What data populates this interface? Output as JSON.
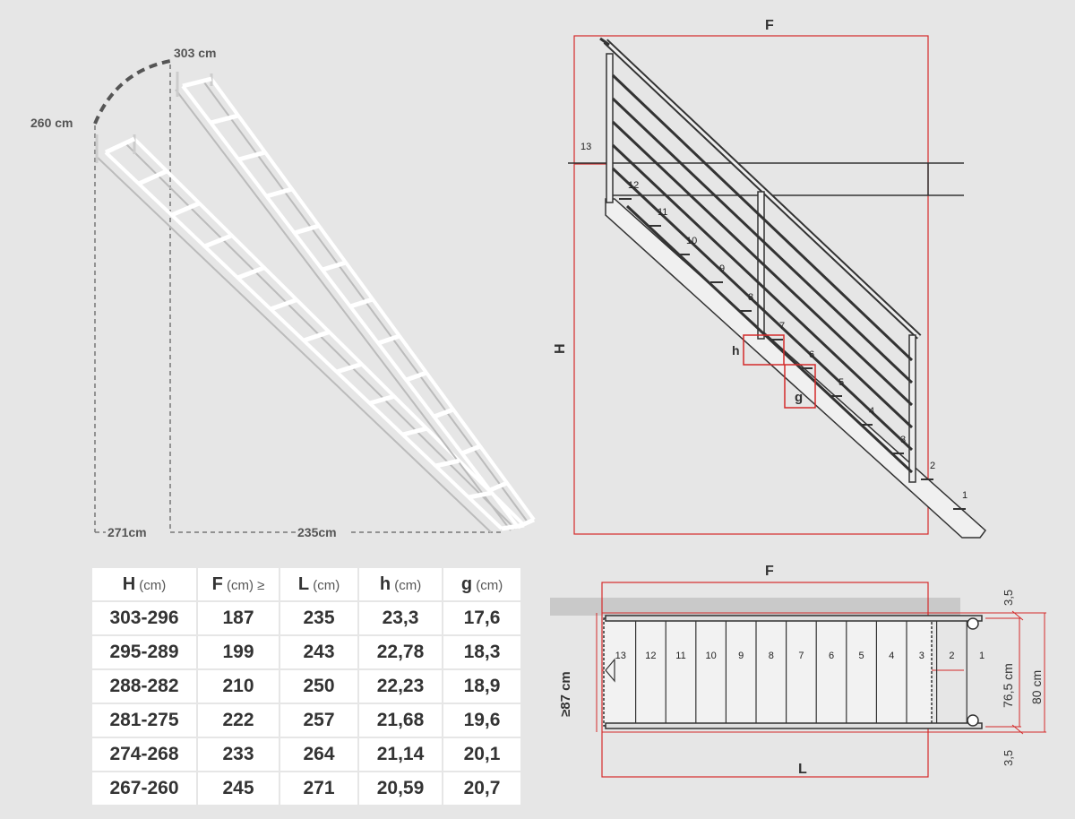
{
  "left_view": {
    "height_max_label": "303 cm",
    "height_min_label": "260 cm",
    "depth_long_label": "271cm",
    "depth_short_label": "235cm"
  },
  "side_view": {
    "F_label": "F",
    "H_label": "H",
    "h_label": "h",
    "g_label": "g",
    "step_labels": [
      "1",
      "2",
      "3",
      "4",
      "5",
      "6",
      "7",
      "8",
      "9",
      "10",
      "11",
      "12",
      "13"
    ]
  },
  "top_view": {
    "F_label": "F",
    "L_label": "L",
    "width_min_label": "≥87 cm",
    "width_inner_label": "76,5 cm",
    "width_outer_label": "80 cm",
    "rail_top_label": "3,5",
    "rail_bottom_label": "3,5",
    "step_labels": [
      "13",
      "12",
      "11",
      "10",
      "9",
      "8",
      "7",
      "6",
      "5",
      "4",
      "3",
      "2",
      "1"
    ]
  },
  "table": {
    "headers": [
      {
        "sym": "H",
        "unit": "(cm)"
      },
      {
        "sym": "F",
        "unit": "(cm) ≥"
      },
      {
        "sym": "L",
        "unit": "(cm)"
      },
      {
        "sym": "h",
        "unit": "(cm)"
      },
      {
        "sym": "g",
        "unit": "(cm)"
      }
    ],
    "rows": [
      [
        "303-296",
        "187",
        "235",
        "23,3",
        "17,6"
      ],
      [
        "295-289",
        "199",
        "243",
        "22,78",
        "18,3"
      ],
      [
        "288-282",
        "210",
        "250",
        "22,23",
        "18,9"
      ],
      [
        "281-275",
        "222",
        "257",
        "21,68",
        "19,6"
      ],
      [
        "274-268",
        "233",
        "264",
        "21,14",
        "20,1"
      ],
      [
        "267-260",
        "245",
        "271",
        "20,59",
        "20,7"
      ]
    ]
  },
  "colors": {
    "background": "#e6e6e6",
    "dimension_red": "#d42a2a",
    "line_dark": "#333333",
    "table_bg": "#ffffff"
  }
}
